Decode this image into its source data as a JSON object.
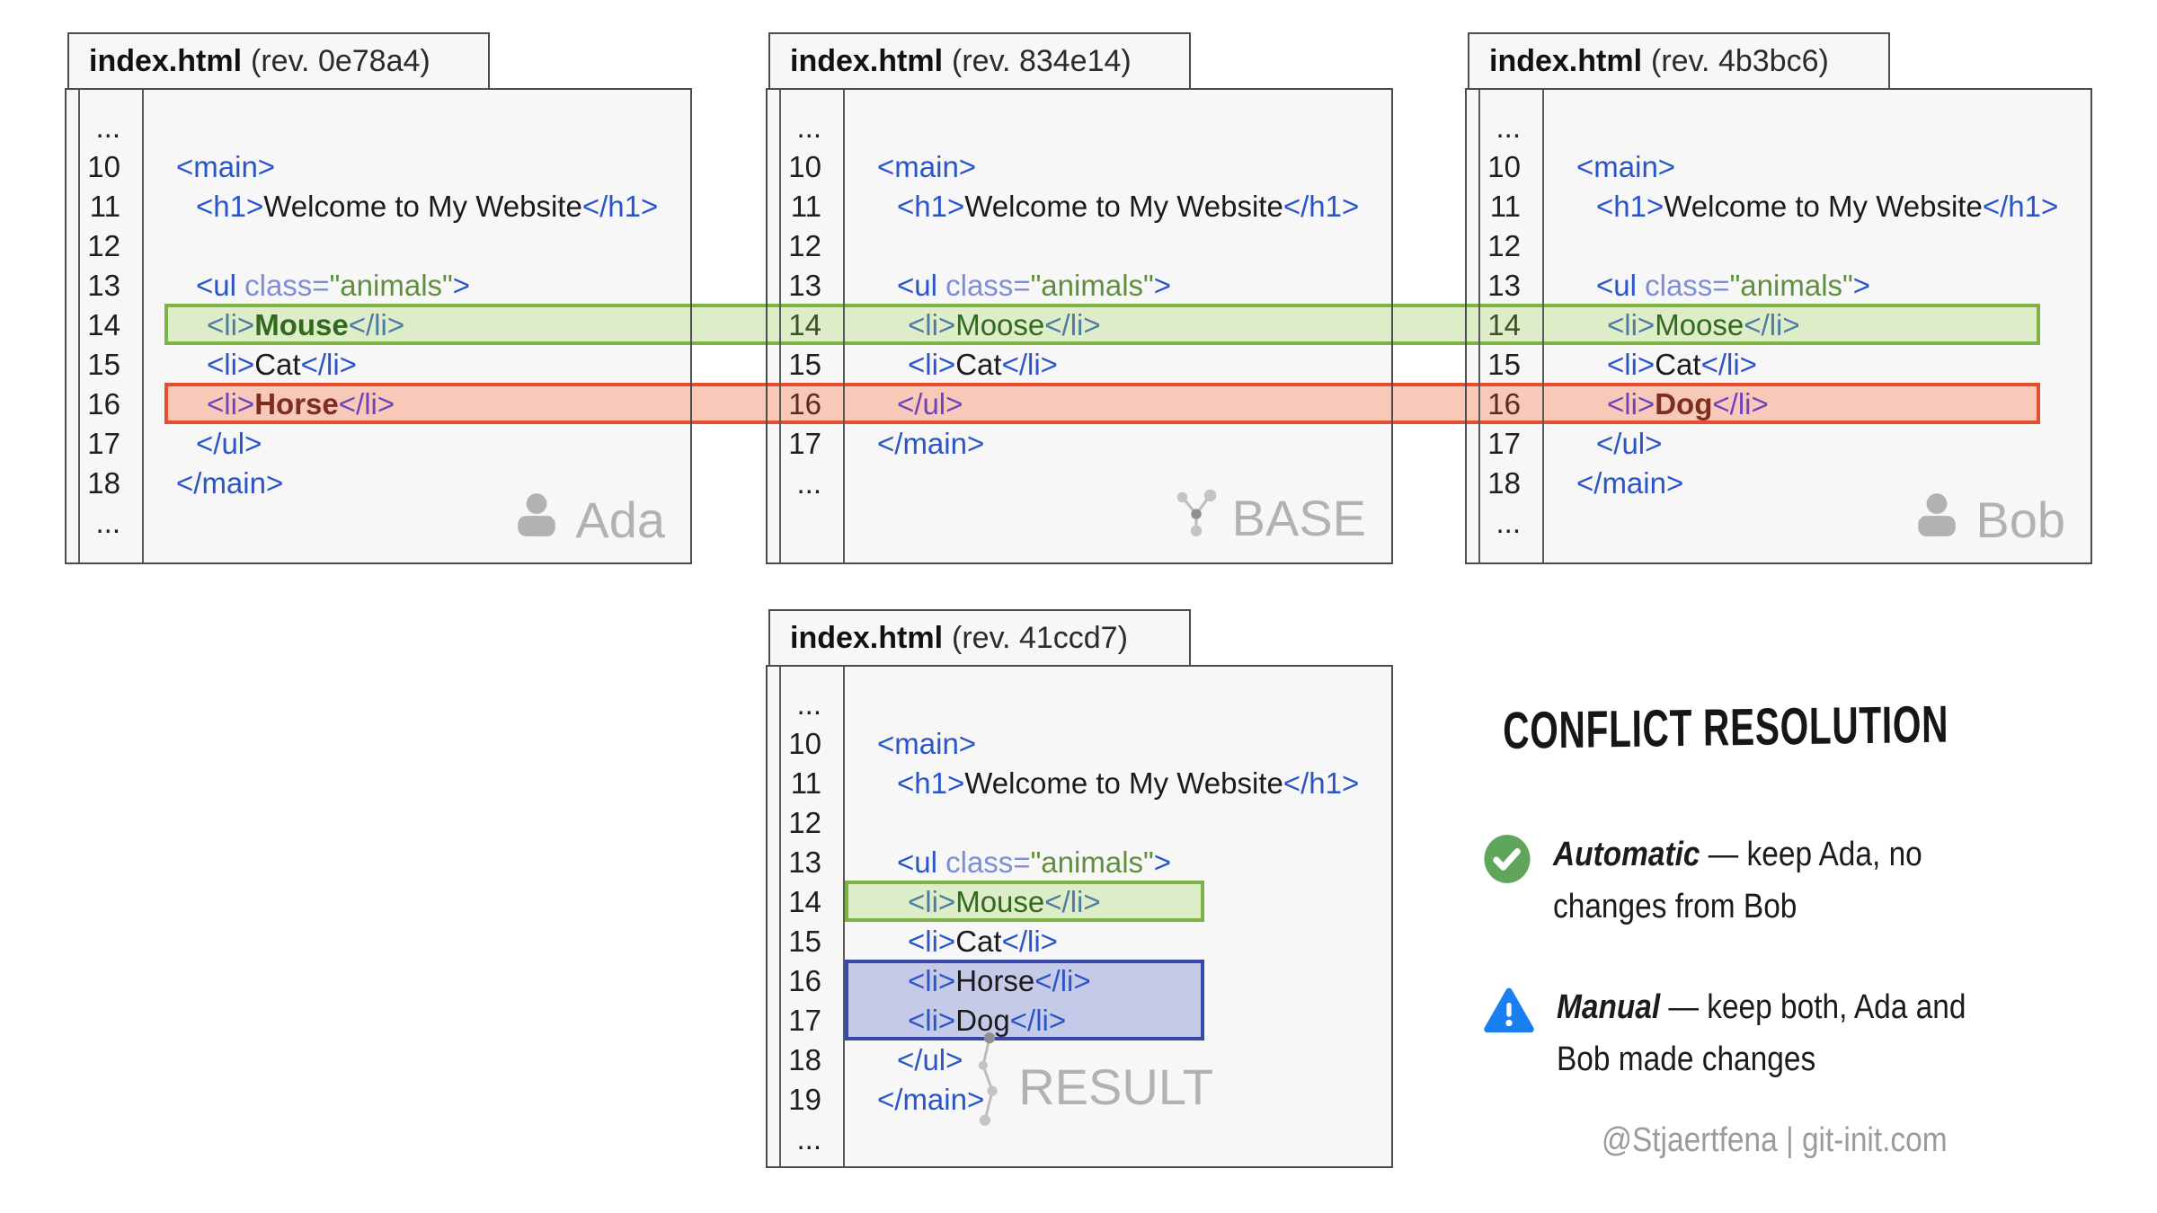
{
  "colors": {
    "panel_background": "#f7f7f7",
    "panel_border": "#4c4c4c",
    "tag_blue": "#2a55c8",
    "attr_blue": "#7d8ed6",
    "value_green": "#5f8f3c",
    "added_band_fill": "#dcedc8",
    "added_band_border": "#7db344",
    "added_text_green": "#33691e",
    "added_tag_steel": "#4d7ba1",
    "conflict_band_fill": "#f8c8b8",
    "conflict_band_border": "#e64c2e",
    "conflict_text_maroon": "#7e2d1e",
    "conflict_tag_purple": "#6f42be",
    "merged_box_fill": "#c5cae9",
    "merged_box_border": "#3748a8",
    "watermark_gray": "#b2b2b2",
    "check_green": "#5fa55c",
    "warning_blue": "#1a7ff0",
    "credit_gray": "#9b9b9b"
  },
  "panels": [
    {
      "file": "index.html",
      "rev": "(rev. 0e78a4)",
      "watermark": "Ada",
      "icon": "person-icon",
      "lines": [
        {
          "n": "...",
          "i": 0,
          "s": []
        },
        {
          "n": "10",
          "i": 0,
          "s": [
            [
              "tag",
              "<main>"
            ]
          ]
        },
        {
          "n": "11",
          "i": 1,
          "s": [
            [
              "tag",
              "<h1>"
            ],
            [
              "txt",
              "Welcome to My Website"
            ],
            [
              "tag",
              "</h1>"
            ]
          ]
        },
        {
          "n": "12",
          "i": 0,
          "s": []
        },
        {
          "n": "13",
          "i": 1,
          "s": [
            [
              "tag",
              "<ul "
            ],
            [
              "attr",
              "class="
            ],
            [
              "val",
              "\"animals\""
            ],
            [
              "tag",
              ">"
            ]
          ]
        },
        {
          "n": "14",
          "i": 2,
          "s": [
            [
              "gtag",
              "<li>"
            ],
            [
              "gtxtb",
              "Mouse"
            ],
            [
              "gtag",
              "</li>"
            ]
          ]
        },
        {
          "n": "15",
          "i": 2,
          "s": [
            [
              "tag",
              "<li>"
            ],
            [
              "txt",
              "Cat"
            ],
            [
              "tag",
              "</li>"
            ]
          ]
        },
        {
          "n": "16",
          "i": 2,
          "s": [
            [
              "rtag",
              "<li>"
            ],
            [
              "rtxtb",
              "Horse"
            ],
            [
              "rtag",
              "</li>"
            ]
          ]
        },
        {
          "n": "17",
          "i": 1,
          "s": [
            [
              "tag",
              "</ul>"
            ]
          ]
        },
        {
          "n": "18",
          "i": 0,
          "s": [
            [
              "tag",
              "</main>"
            ]
          ]
        },
        {
          "n": "...",
          "i": 0,
          "s": []
        }
      ]
    },
    {
      "file": "index.html",
      "rev": "(rev. 834e14)",
      "watermark": "BASE",
      "icon": "git-base-icon",
      "lines": [
        {
          "n": "...",
          "i": 0,
          "s": []
        },
        {
          "n": "10",
          "i": 0,
          "s": [
            [
              "tag",
              "<main>"
            ]
          ]
        },
        {
          "n": "11",
          "i": 1,
          "s": [
            [
              "tag",
              "<h1>"
            ],
            [
              "txt",
              "Welcome to My Website"
            ],
            [
              "tag",
              "</h1>"
            ]
          ]
        },
        {
          "n": "12",
          "i": 0,
          "s": []
        },
        {
          "n": "13",
          "i": 1,
          "s": [
            [
              "tag",
              "<ul "
            ],
            [
              "attr",
              "class="
            ],
            [
              "val",
              "\"animals\""
            ],
            [
              "tag",
              ">"
            ]
          ]
        },
        {
          "n": "14",
          "i": 2,
          "tint": "green",
          "s": [
            [
              "gtag",
              "<li>"
            ],
            [
              "gtxt",
              "Moose"
            ],
            [
              "gtag",
              "</li>"
            ]
          ]
        },
        {
          "n": "15",
          "i": 2,
          "s": [
            [
              "tag",
              "<li>"
            ],
            [
              "txt",
              "Cat"
            ],
            [
              "tag",
              "</li>"
            ]
          ]
        },
        {
          "n": "16",
          "i": 1,
          "tint": "red",
          "s": [
            [
              "rtag",
              "</ul>"
            ]
          ]
        },
        {
          "n": "17",
          "i": 0,
          "s": [
            [
              "tag",
              "</main>"
            ]
          ]
        },
        {
          "n": "...",
          "i": 0,
          "s": []
        }
      ]
    },
    {
      "file": "index.html",
      "rev": "(rev. 4b3bc6)",
      "watermark": "Bob",
      "icon": "person-icon",
      "lines": [
        {
          "n": "...",
          "i": 0,
          "s": []
        },
        {
          "n": "10",
          "i": 0,
          "s": [
            [
              "tag",
              "<main>"
            ]
          ]
        },
        {
          "n": "11",
          "i": 1,
          "s": [
            [
              "tag",
              "<h1>"
            ],
            [
              "txt",
              "Welcome to My Website"
            ],
            [
              "tag",
              "</h1>"
            ]
          ]
        },
        {
          "n": "12",
          "i": 0,
          "s": []
        },
        {
          "n": "13",
          "i": 1,
          "s": [
            [
              "tag",
              "<ul "
            ],
            [
              "attr",
              "class="
            ],
            [
              "val",
              "\"animals\""
            ],
            [
              "tag",
              ">"
            ]
          ]
        },
        {
          "n": "14",
          "i": 2,
          "tint": "green",
          "s": [
            [
              "gtag",
              "<li>"
            ],
            [
              "gtxt",
              "Moose"
            ],
            [
              "gtag",
              "</li>"
            ]
          ]
        },
        {
          "n": "15",
          "i": 2,
          "s": [
            [
              "tag",
              "<li>"
            ],
            [
              "txt",
              "Cat"
            ],
            [
              "tag",
              "</li>"
            ]
          ]
        },
        {
          "n": "16",
          "i": 2,
          "tint": "red",
          "s": [
            [
              "rtag",
              "<li>"
            ],
            [
              "rtxtb",
              "Dog"
            ],
            [
              "rtag",
              "</li>"
            ]
          ]
        },
        {
          "n": "17",
          "i": 1,
          "s": [
            [
              "tag",
              "</ul>"
            ]
          ]
        },
        {
          "n": "18",
          "i": 0,
          "s": [
            [
              "tag",
              "</main>"
            ]
          ]
        },
        {
          "n": "...",
          "i": 0,
          "s": []
        }
      ]
    },
    {
      "file": "index.html",
      "rev": "(rev. 41ccd7)",
      "watermark": "RESULT",
      "icon": "git-result-icon",
      "lines": [
        {
          "n": "...",
          "i": 0,
          "s": []
        },
        {
          "n": "10",
          "i": 0,
          "s": [
            [
              "tag",
              "<main>"
            ]
          ]
        },
        {
          "n": "11",
          "i": 1,
          "s": [
            [
              "tag",
              "<h1>"
            ],
            [
              "txt",
              "Welcome to My Website"
            ],
            [
              "tag",
              "</h1>"
            ]
          ]
        },
        {
          "n": "12",
          "i": 0,
          "s": []
        },
        {
          "n": "13",
          "i": 1,
          "s": [
            [
              "tag",
              "<ul "
            ],
            [
              "attr",
              "class="
            ],
            [
              "val",
              "\"animals\""
            ],
            [
              "tag",
              ">"
            ]
          ]
        },
        {
          "n": "14",
          "i": 2,
          "s": [
            [
              "gtag",
              "<li>"
            ],
            [
              "gtxt",
              "Mouse"
            ],
            [
              "gtag",
              "</li>"
            ]
          ]
        },
        {
          "n": "15",
          "i": 2,
          "s": [
            [
              "tag",
              "<li>"
            ],
            [
              "txt",
              "Cat"
            ],
            [
              "tag",
              "</li>"
            ]
          ]
        },
        {
          "n": "16",
          "i": 2,
          "s": [
            [
              "tag",
              "<li>"
            ],
            [
              "txt",
              "Horse"
            ],
            [
              "tag",
              "</li>"
            ]
          ]
        },
        {
          "n": "17",
          "i": 2,
          "s": [
            [
              "tag",
              "<li>"
            ],
            [
              "txt",
              "Dog"
            ],
            [
              "tag",
              "</li>"
            ]
          ]
        },
        {
          "n": "18",
          "i": 1,
          "s": [
            [
              "tag",
              "</ul>"
            ]
          ]
        },
        {
          "n": "19",
          "i": 0,
          "s": [
            [
              "tag",
              "</main>"
            ]
          ]
        },
        {
          "n": "...",
          "i": 0,
          "s": []
        }
      ]
    }
  ],
  "legend": {
    "title": "Conflict resolution",
    "items": [
      {
        "term": "Automatic",
        "desc": " — keep Ada, no changes from Bob",
        "icon": "check-circle-icon"
      },
      {
        "term": "Manual",
        "desc": " — keep both, Ada and Bob made changes",
        "icon": "warning-triangle-icon"
      }
    ]
  },
  "footer": "@Stjaertfena | git-init.com"
}
